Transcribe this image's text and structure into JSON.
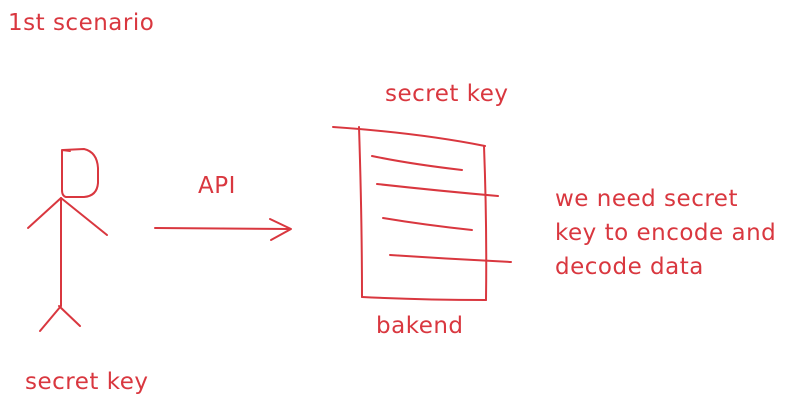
{
  "title": "1st scenario",
  "user": {
    "label": "secret key"
  },
  "arrow": {
    "label": "API"
  },
  "backend": {
    "top_label": "secret key",
    "bottom_label": "bakend"
  },
  "note": {
    "lines": [
      "we need secret",
      "key to encode and",
      "decode data"
    ]
  },
  "colors": {
    "ink": "#d9373f",
    "background": "#ffffff"
  }
}
